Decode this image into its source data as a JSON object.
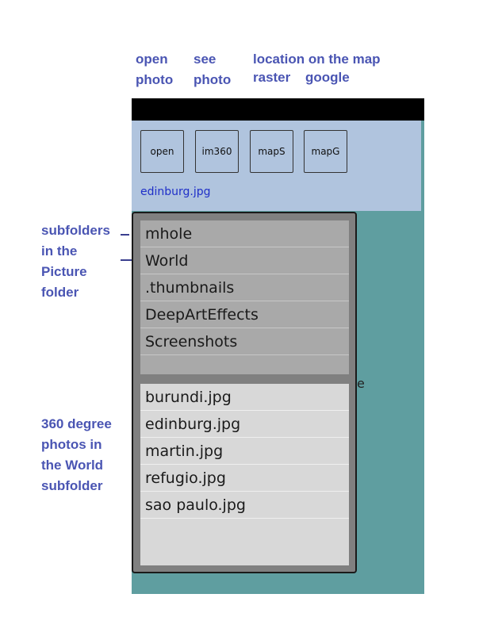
{
  "annotations": {
    "open_photo": [
      "open",
      "photo"
    ],
    "see_photo": [
      "see",
      "photo"
    ],
    "location_title": "location on the map",
    "raster": "raster",
    "google": "google",
    "subfolders": [
      "subfolders",
      "in the",
      "Picture",
      "folder"
    ],
    "photos": [
      "360 degree",
      "photos in",
      "the World",
      "subfolder"
    ]
  },
  "toolbar": {
    "open_label": "open",
    "im360_label": "im360",
    "maps_label": "mapS",
    "mapg_label": "mapG"
  },
  "current_file": "edinburg.jpg",
  "stray_char": "e",
  "folders": [
    "mhole",
    "World",
    ".thumbnails",
    "DeepArtEffects",
    "Screenshots"
  ],
  "files": [
    "burundi.jpg",
    "edinburg.jpg",
    "martin.jpg",
    "refugio.jpg",
    "sao paulo.jpg"
  ],
  "colors": {
    "annotation": "#4a55b3",
    "app_background": "#5f9ea0",
    "top_panel": "#b0c4de",
    "filename_text": "#1f2fc8",
    "dialog": "#808080",
    "folder_list": "#a9a9a9",
    "file_list": "#d8d8d8"
  }
}
